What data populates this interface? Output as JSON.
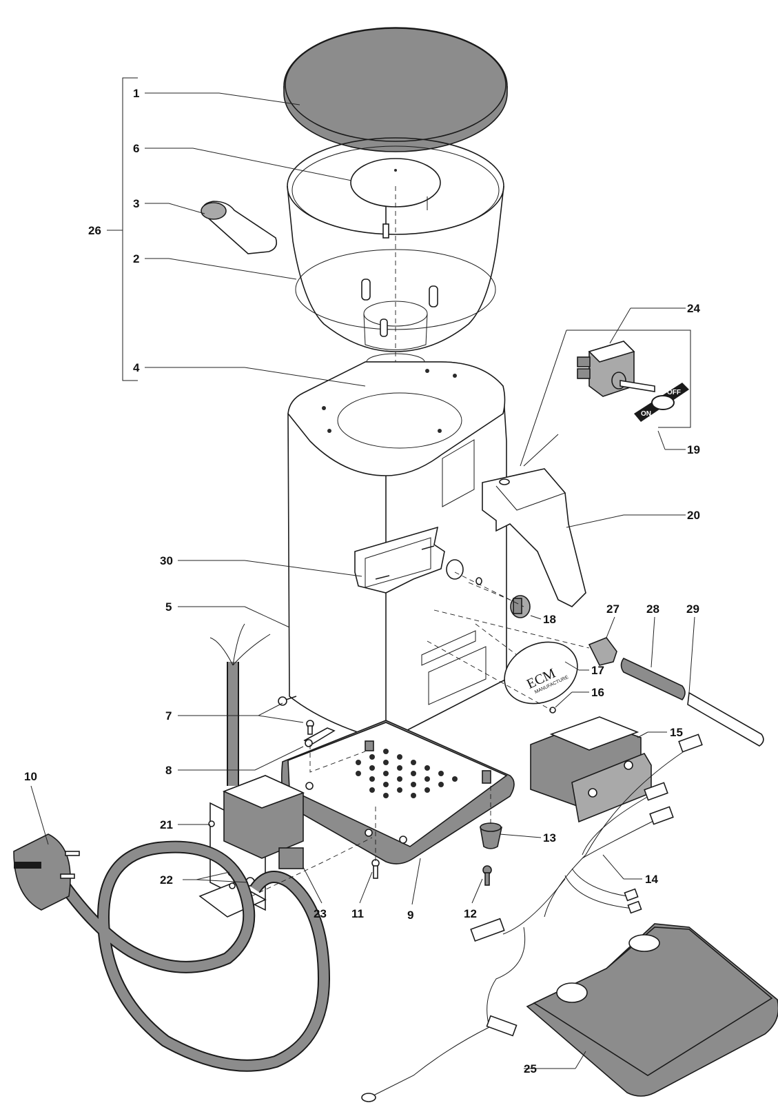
{
  "callouts": [
    "1",
    "2",
    "3",
    "4",
    "5",
    "6",
    "7",
    "8",
    "9",
    "10",
    "11",
    "12",
    "13",
    "14",
    "15",
    "16",
    "17",
    "18",
    "19",
    "20",
    "21",
    "22",
    "23",
    "24",
    "25",
    "26",
    "27",
    "28",
    "29",
    "30"
  ],
  "badge": {
    "brand": "ECM",
    "sub": "MANUFACTURE"
  },
  "switch_plate": {
    "on": "ON",
    "off": "OFF"
  },
  "colors": {
    "line": "#1a1a1a",
    "part_gray": "#8c8c8c",
    "light_gray": "#a9a9a9",
    "background": "#ffffff"
  }
}
